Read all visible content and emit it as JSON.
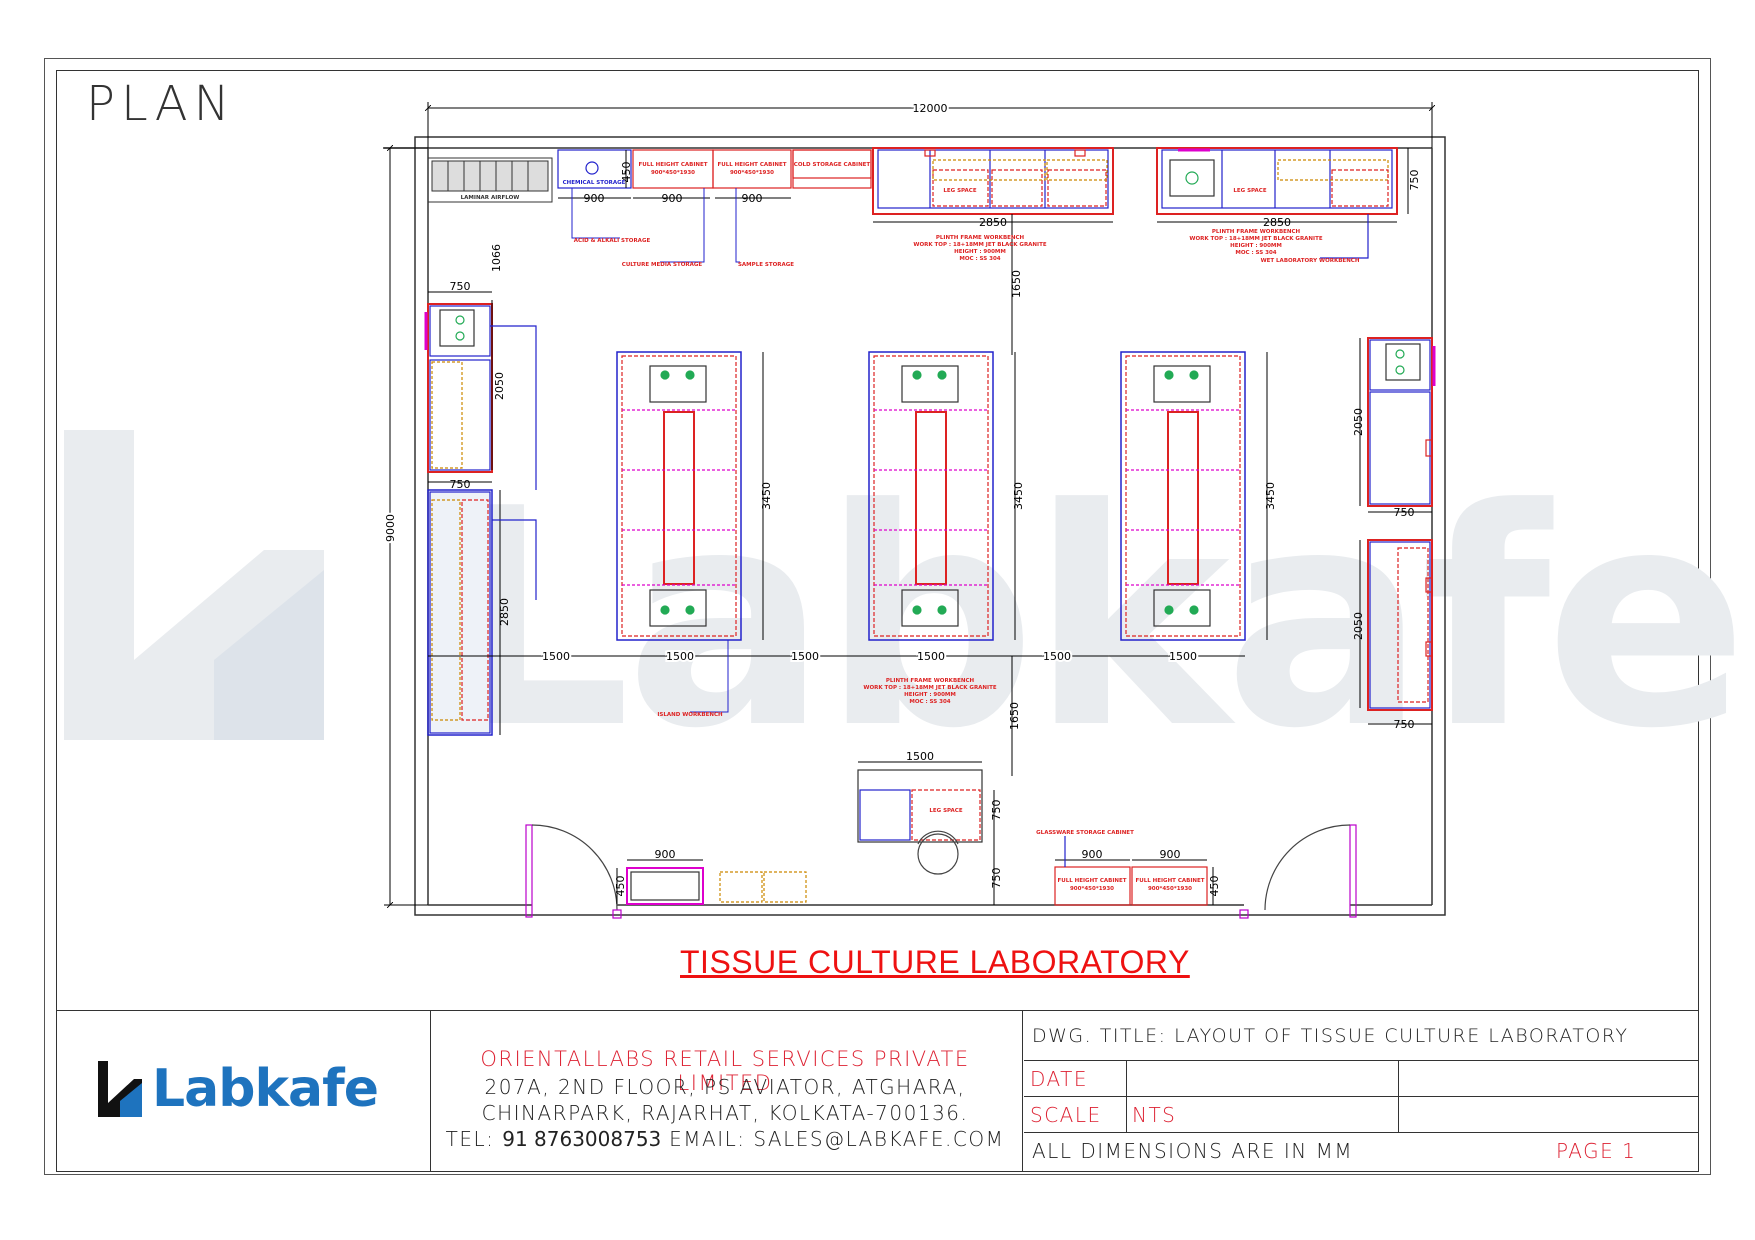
{
  "plan_label": "PLAN",
  "watermark": "Labkafe",
  "title": "TISSUE CULTURE LABORATORY",
  "colors": {
    "red": "#dd2222",
    "blue": "#2222cc",
    "magenta": "#dd00cc",
    "orange": "#cc8800",
    "brand_blue": "#1e73be",
    "watermark": "#e9ecef"
  },
  "dimensions": {
    "total_width": "12000",
    "total_height": "9000",
    "d900": "900",
    "d450": "450",
    "d750": "750",
    "d1066": "1066",
    "d2050": "2050",
    "d2850": "2850",
    "d1650": "1650",
    "d3450": "3450",
    "d1500": "1500"
  },
  "labels": {
    "laminar": "LAMINAR AIRFLOW",
    "chemical_storage": "CHEMICAL STORAGE",
    "full_height_cabinet": "FULL HEIGHT CABINET",
    "full_height_size": "900*450*1930",
    "cold_storage": "COLD STORAGE CABINET",
    "acid_alkali": "ACID & ALKALI STORAGE",
    "culture_media": "CULTURE MEDIA STORAGE",
    "sample_storage": "SAMPLE STORAGE",
    "plinth_workbench": "PLINTH FRAME WORKBENCH",
    "work_top": "WORK TOP : 18+18MM JET BLACK GRANITE",
    "height": "HEIGHT : 900MM",
    "moc": "MOC : SS 304",
    "wet_lab": "WET LABORATORY WORKBENCH",
    "island": "ISLAND WORKBENCH",
    "glassware": "GLASSWARE STORAGE CABINET",
    "leg_space": "LEG SPACE"
  },
  "company": {
    "logo": "Labkafe",
    "name": "ORIENTALLABS RETAIL SERVICES PRIVATE LIMITED",
    "address1": "207A, 2ND FLOOR, PS AVIATOR, ATGHARA,",
    "address2": "CHINARPARK, RAJARHAT, KOLKATA-700136.",
    "tel_label": "TEL:",
    "tel": "91 8763008753",
    "email": "EMAIL: SALES@LABKAFE.COM"
  },
  "title_block": {
    "dwg_title": "DWG. TITLE: LAYOUT OF TISSUE CULTURE LABORATORY",
    "date_label": "DATE",
    "scale_label": "SCALE",
    "scale_value": "NTS",
    "note": "ALL DIMENSIONS ARE IN MM",
    "page": "PAGE 1"
  }
}
